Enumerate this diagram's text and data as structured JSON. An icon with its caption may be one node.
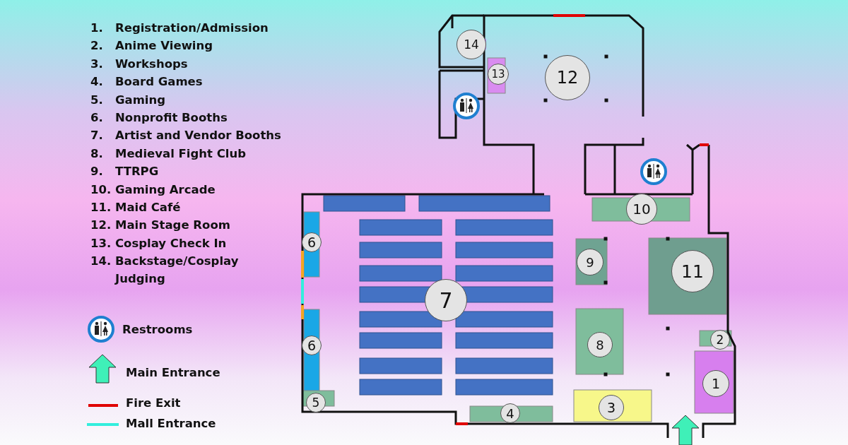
{
  "diagram": {
    "nodes": [
      {
        "text": [
          "14"
        ]
      },
      {
        "text": [
          "13"
        ]
      },
      {
        "text": [
          "12"
        ]
      },
      {
        "text": [
          "10"
        ]
      },
      {
        "text": [
          "6"
        ]
      },
      {
        "text": [
          "7"
        ]
      },
      {
        "text": [
          "9"
        ]
      },
      {
        "text": [
          "11"
        ]
      },
      {
        "text": [
          "6"
        ]
      },
      {
        "text": [
          "2"
        ]
      },
      {
        "text": [
          "8"
        ]
      },
      {
        "text": [
          "1"
        ]
      },
      {
        "text": [
          "3"
        ]
      },
      {
        "text": [
          "5"
        ]
      },
      {
        "text": [
          "4"
        ]
      }
    ],
    "labels": [
      "1.",
      "Registration/Admission",
      "2.",
      "Anime Viewing",
      "3.",
      "Workshops",
      "4.",
      "Board Games",
      "5.",
      "Gaming",
      "6.",
      "Nonprofit Booths",
      "7.",
      "Artist and Vendor Booths",
      "8.",
      "Medieval Fight Club",
      "9.",
      "TTRPG",
      "10.",
      "Gaming Arcade",
      "11.",
      "Maid Café",
      "12.",
      "Main Stage Room",
      "13.",
      "Cosplay Check In",
      "14.",
      "Backstage/Cosplay Judging"
    ],
    "legend": [
      {
        "text": "Restrooms"
      },
      {
        "text": "Main Entrance"
      },
      {
        "text": "Fire Exit"
      },
      {
        "text": "Mall Entrance"
      }
    ]
  }
}
